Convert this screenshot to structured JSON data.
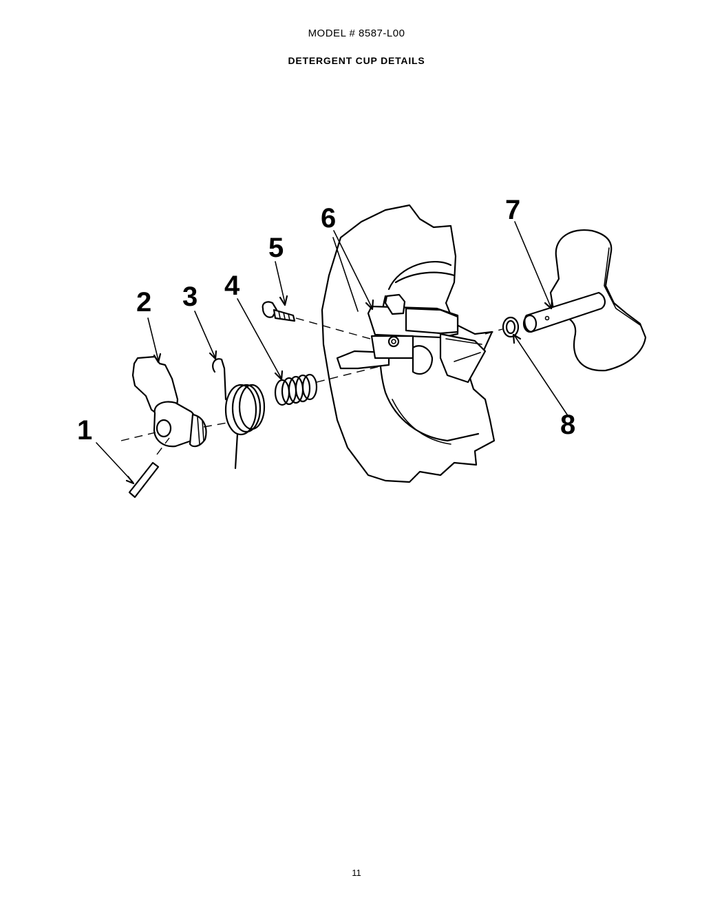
{
  "header": {
    "model": "MODEL # 8587-L00",
    "title": "DETERGENT CUP DETAILS"
  },
  "callouts": [
    "1",
    "2",
    "3",
    "4",
    "5",
    "6",
    "7",
    "8"
  ],
  "footer": {
    "page_number": "11"
  }
}
